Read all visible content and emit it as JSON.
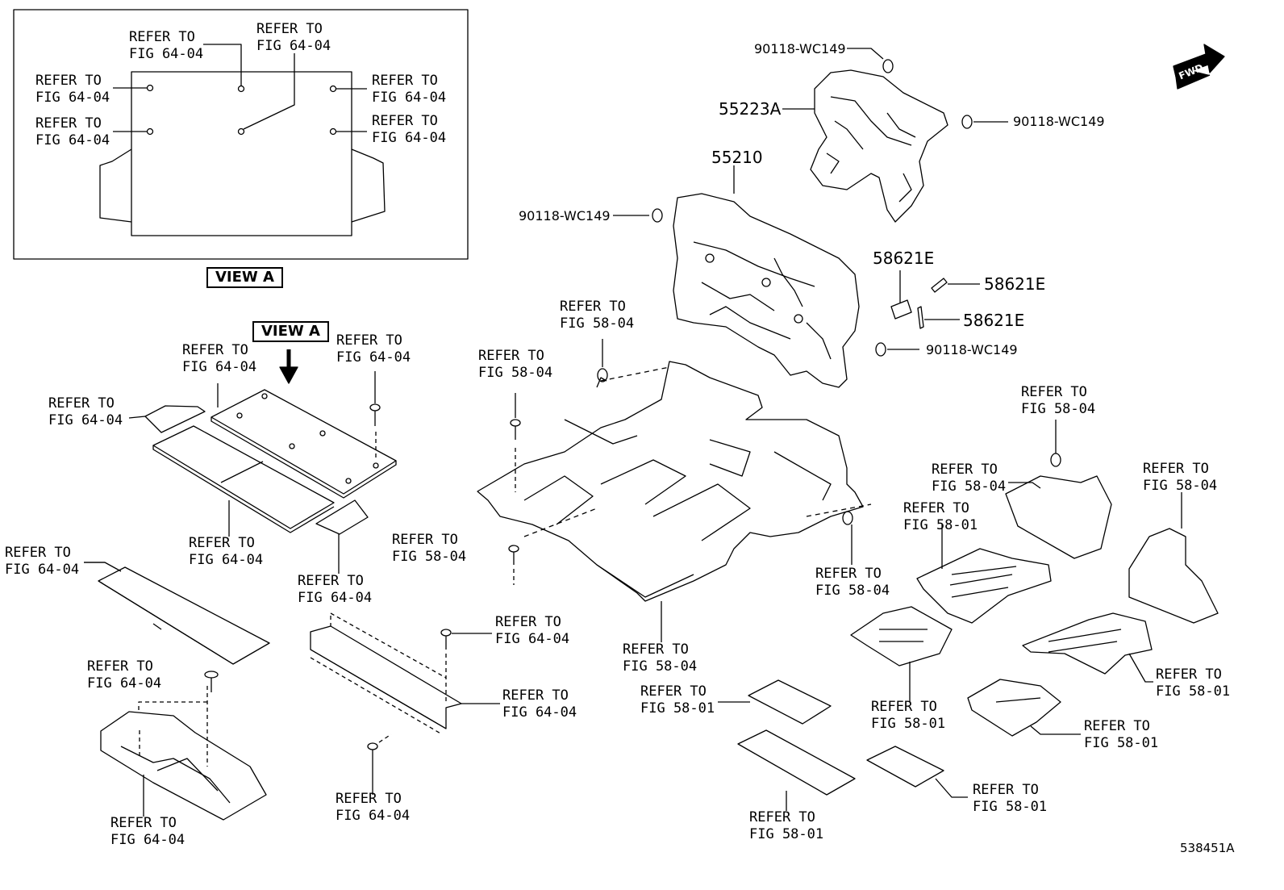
{
  "view_a": {
    "title": "VIEW A",
    "callouts": [
      {
        "text": "REFER TO\nFIG 64-04"
      },
      {
        "text": "REFER TO\nFIG 64-04"
      },
      {
        "text": "REFER TO\nFIG 64-04"
      },
      {
        "text": "REFER TO\nFIG 64-04"
      },
      {
        "text": "REFER TO\nFIG 64-04"
      },
      {
        "text": "REFER TO\nFIG 64-04"
      }
    ]
  },
  "view_a_arrow_label": "VIEW A",
  "fwd_label": "FWD",
  "illustration_id": "538451A",
  "part_labels": {
    "clip_top": "90118-WC149",
    "silencer_upper": "55223A",
    "clip_right": "90118-WC149",
    "silencer_dash": "55210",
    "clip_left": "90118-WC149",
    "pad_a": "58621E",
    "pad_b": "58621E",
    "pad_c": "58621E",
    "clip_bottom": "90118-WC149"
  },
  "refer_labels": [
    {
      "text": "REFER TO\nFIG 64-04"
    },
    {
      "text": "REFER TO\nFIG 64-04"
    },
    {
      "text": "REFER TO\nFIG 64-04"
    },
    {
      "text": "REFER TO\nFIG 64-04"
    },
    {
      "text": "REFER TO\nFIG 64-04"
    },
    {
      "text": "REFER TO\nFIG 64-04"
    },
    {
      "text": "REFER TO\nFIG 64-04"
    },
    {
      "text": "REFER TO\nFIG 64-04"
    },
    {
      "text": "REFER TO\nFIG 64-04"
    },
    {
      "text": "REFER TO\nFIG 64-04"
    },
    {
      "text": "REFER TO\nFIG 64-04"
    },
    {
      "text": "REFER TO\nFIG 58-04"
    },
    {
      "text": "REFER TO\nFIG 58-04"
    },
    {
      "text": "REFER TO\nFIG 58-04"
    },
    {
      "text": "REFER TO\nFIG 58-04"
    },
    {
      "text": "REFER TO\nFIG 58-04"
    },
    {
      "text": "REFER TO\nFIG 58-04"
    },
    {
      "text": "REFER TO\nFIG 58-04"
    },
    {
      "text": "REFER TO\nFIG 58-04"
    },
    {
      "text": "REFER TO\nFIG 58-01"
    },
    {
      "text": "REFER TO\nFIG 58-01"
    },
    {
      "text": "REFER TO\nFIG 58-01"
    },
    {
      "text": "REFER TO\nFIG 58-01"
    },
    {
      "text": "REFER TO\nFIG 58-01"
    },
    {
      "text": "REFER TO\nFIG 58-01"
    },
    {
      "text": "REFER TO\nFIG 58-01"
    }
  ]
}
